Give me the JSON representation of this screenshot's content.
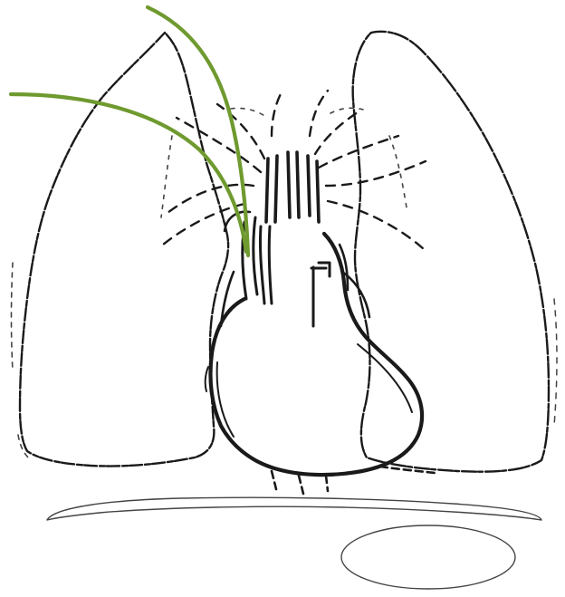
{
  "diagram": {
    "subject": "thorax-line-drawing",
    "colors": {
      "background": "#ffffff",
      "outline": "#1a1a1a",
      "outline_light": "#444444",
      "catheter": "#6f9a2f"
    },
    "parts": [
      "left-lung",
      "right-lung",
      "heart",
      "great-vessels",
      "bronchial-branches",
      "diaphragm",
      "stomach",
      "catheter-lines"
    ]
  }
}
